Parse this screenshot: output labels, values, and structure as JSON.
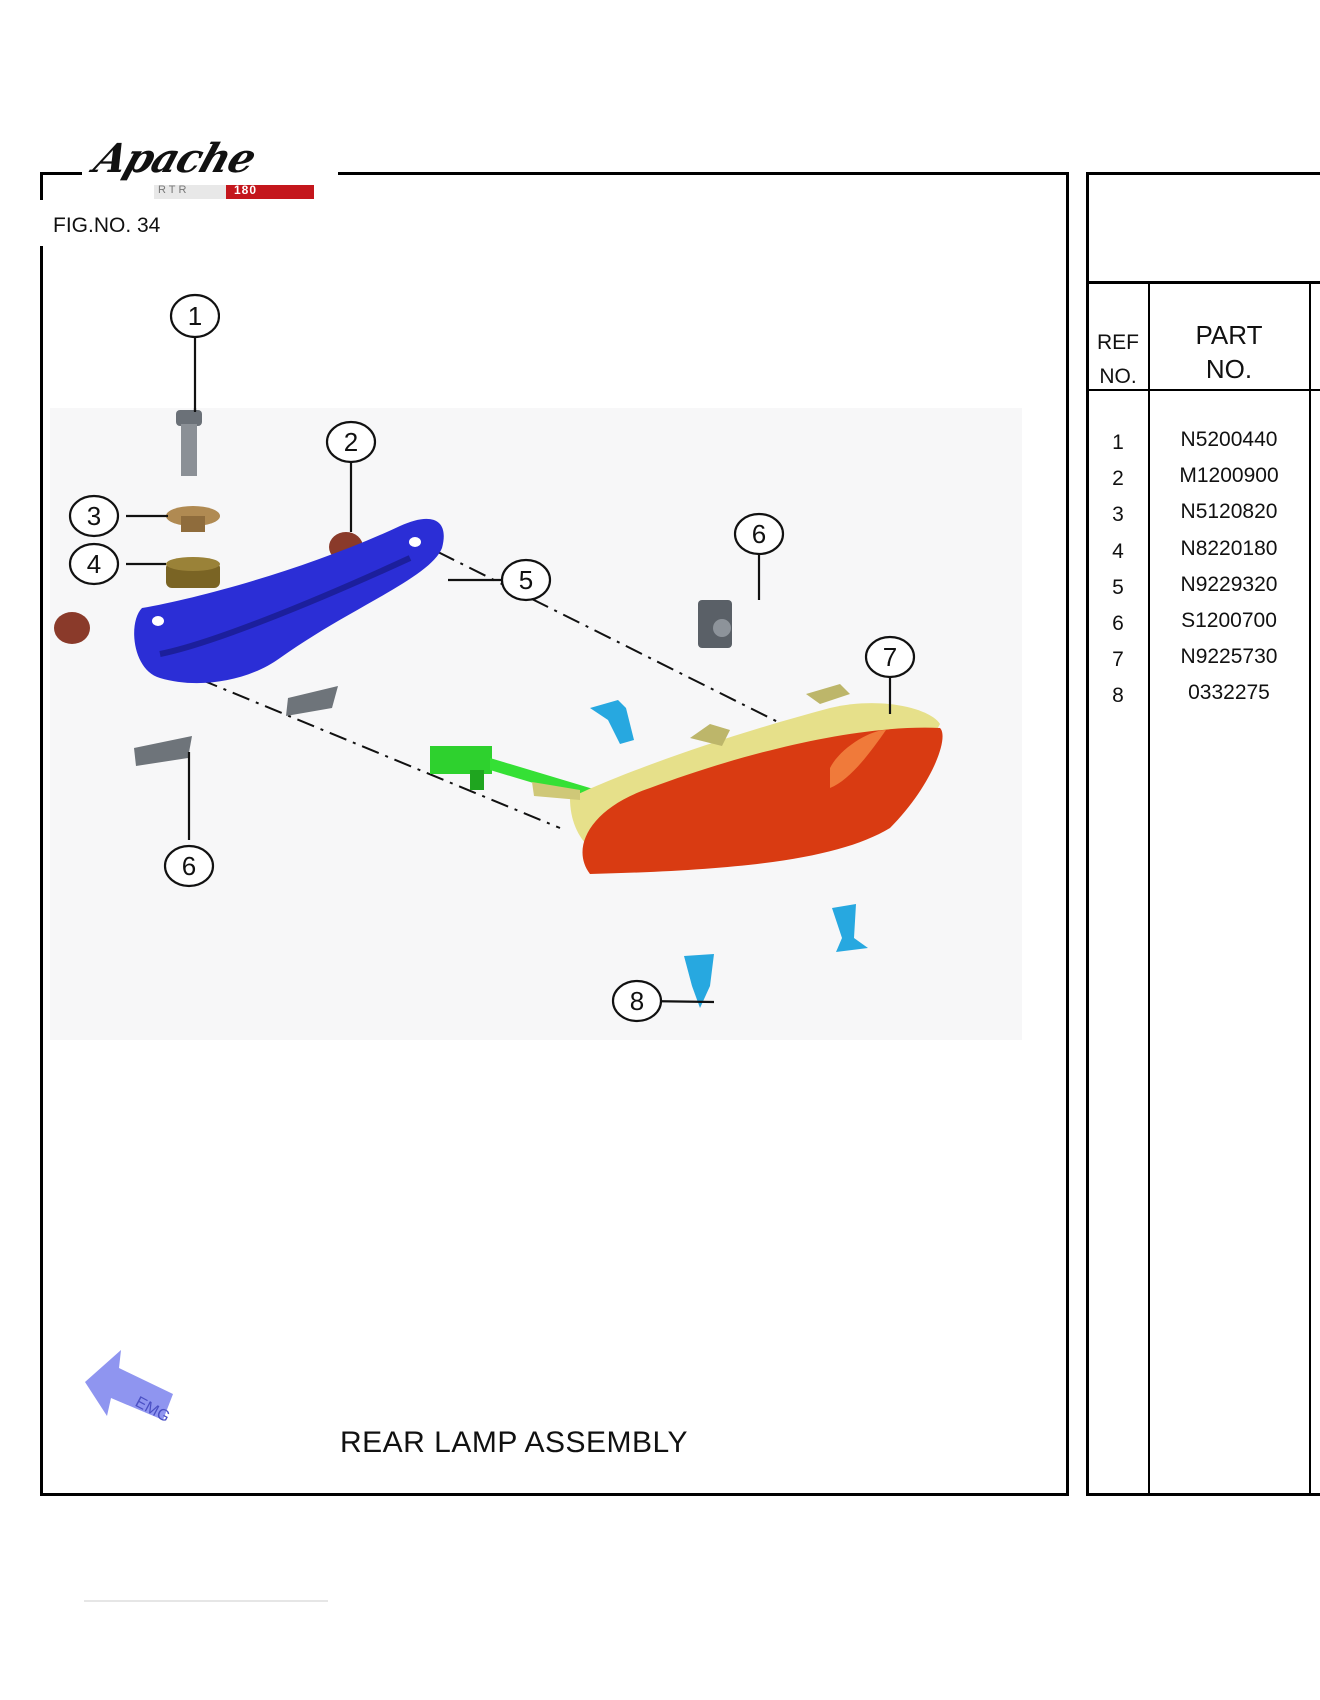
{
  "header": {
    "logo_text": "Apache",
    "logo_model": "RTR",
    "logo_number": "180",
    "figure_number": "FIG.NO. 34"
  },
  "figure": {
    "title": "REAR LAMP ASSEMBLY",
    "callouts": [
      "1",
      "2",
      "3",
      "4",
      "5",
      "6",
      "6",
      "7",
      "8"
    ],
    "nav_arrow_text": "EMG",
    "colors": {
      "bracket": "#2b2ed6",
      "lamp_lens": "#d93b12",
      "lamp_housing": "#e6e08a",
      "harness": "#2ed12e",
      "screws": "#27a8e0",
      "grommet": "#8a3a2a",
      "nav_arrow": "#8f95f0"
    }
  },
  "parts_table": {
    "header_ref": [
      "REF",
      "NO."
    ],
    "header_part": [
      "PART",
      "NO."
    ],
    "rows": [
      {
        "ref": "1",
        "part_no": "N5200440"
      },
      {
        "ref": "2",
        "part_no": "M1200900"
      },
      {
        "ref": "3",
        "part_no": "N5120820"
      },
      {
        "ref": "4",
        "part_no": "N8220180"
      },
      {
        "ref": "5",
        "part_no": "N9229320"
      },
      {
        "ref": "6",
        "part_no": "S1200700"
      },
      {
        "ref": "7",
        "part_no": "N9225730"
      },
      {
        "ref": "8",
        "part_no": "0332275"
      }
    ]
  }
}
